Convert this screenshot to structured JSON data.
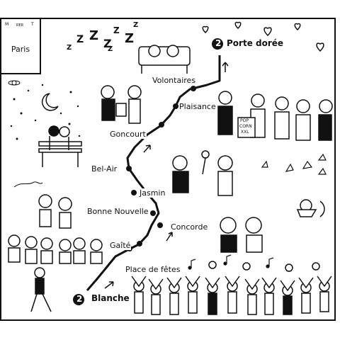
{
  "metro_sign": {
    "icon_labels": [
      "M",
      "RER",
      "T"
    ],
    "city": "Paris"
  },
  "route": {
    "line_number": "2",
    "start_station": "Blanche",
    "end_station": "Porte dorée",
    "stations": [
      "Place de fêtes",
      "Gaîté",
      "Concorde",
      "Bonne Nouvelle",
      "Jasmin",
      "Bel-Air",
      "Goncourt",
      "Plaisance",
      "Volontaires"
    ]
  },
  "decor": {
    "snores": [
      "Z",
      "Z",
      "Z",
      "Z",
      "Z",
      "Z",
      "Z",
      "Z"
    ],
    "popcorn_sign": [
      "POP",
      "CORN",
      "XXL"
    ]
  }
}
